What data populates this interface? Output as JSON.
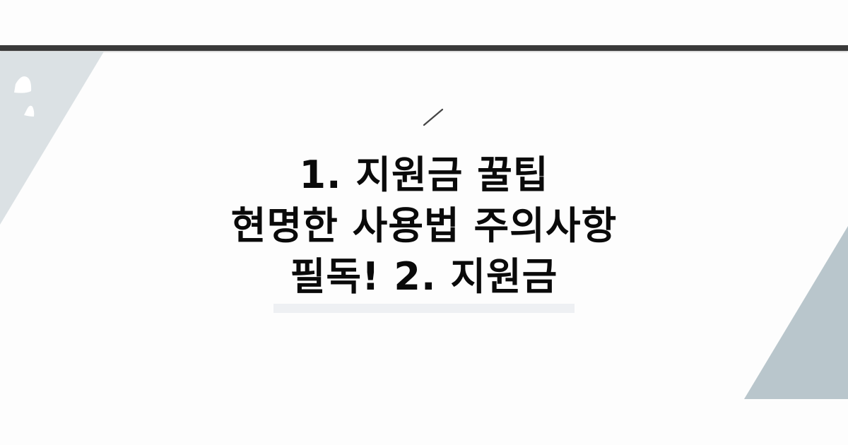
{
  "title": {
    "lines": [
      "1. 지원금 꿀팁",
      "현명한 사용법 주의사항",
      "필독! 2. 지원금"
    ]
  },
  "decor": {
    "top_bar_color": "#3a3a3a",
    "left_shape_color": "#dbe1e4",
    "right_shape_color": "#b9c6cc",
    "underbar_color": "#eef0f3",
    "icons": [
      "slash-mark-icon"
    ]
  }
}
